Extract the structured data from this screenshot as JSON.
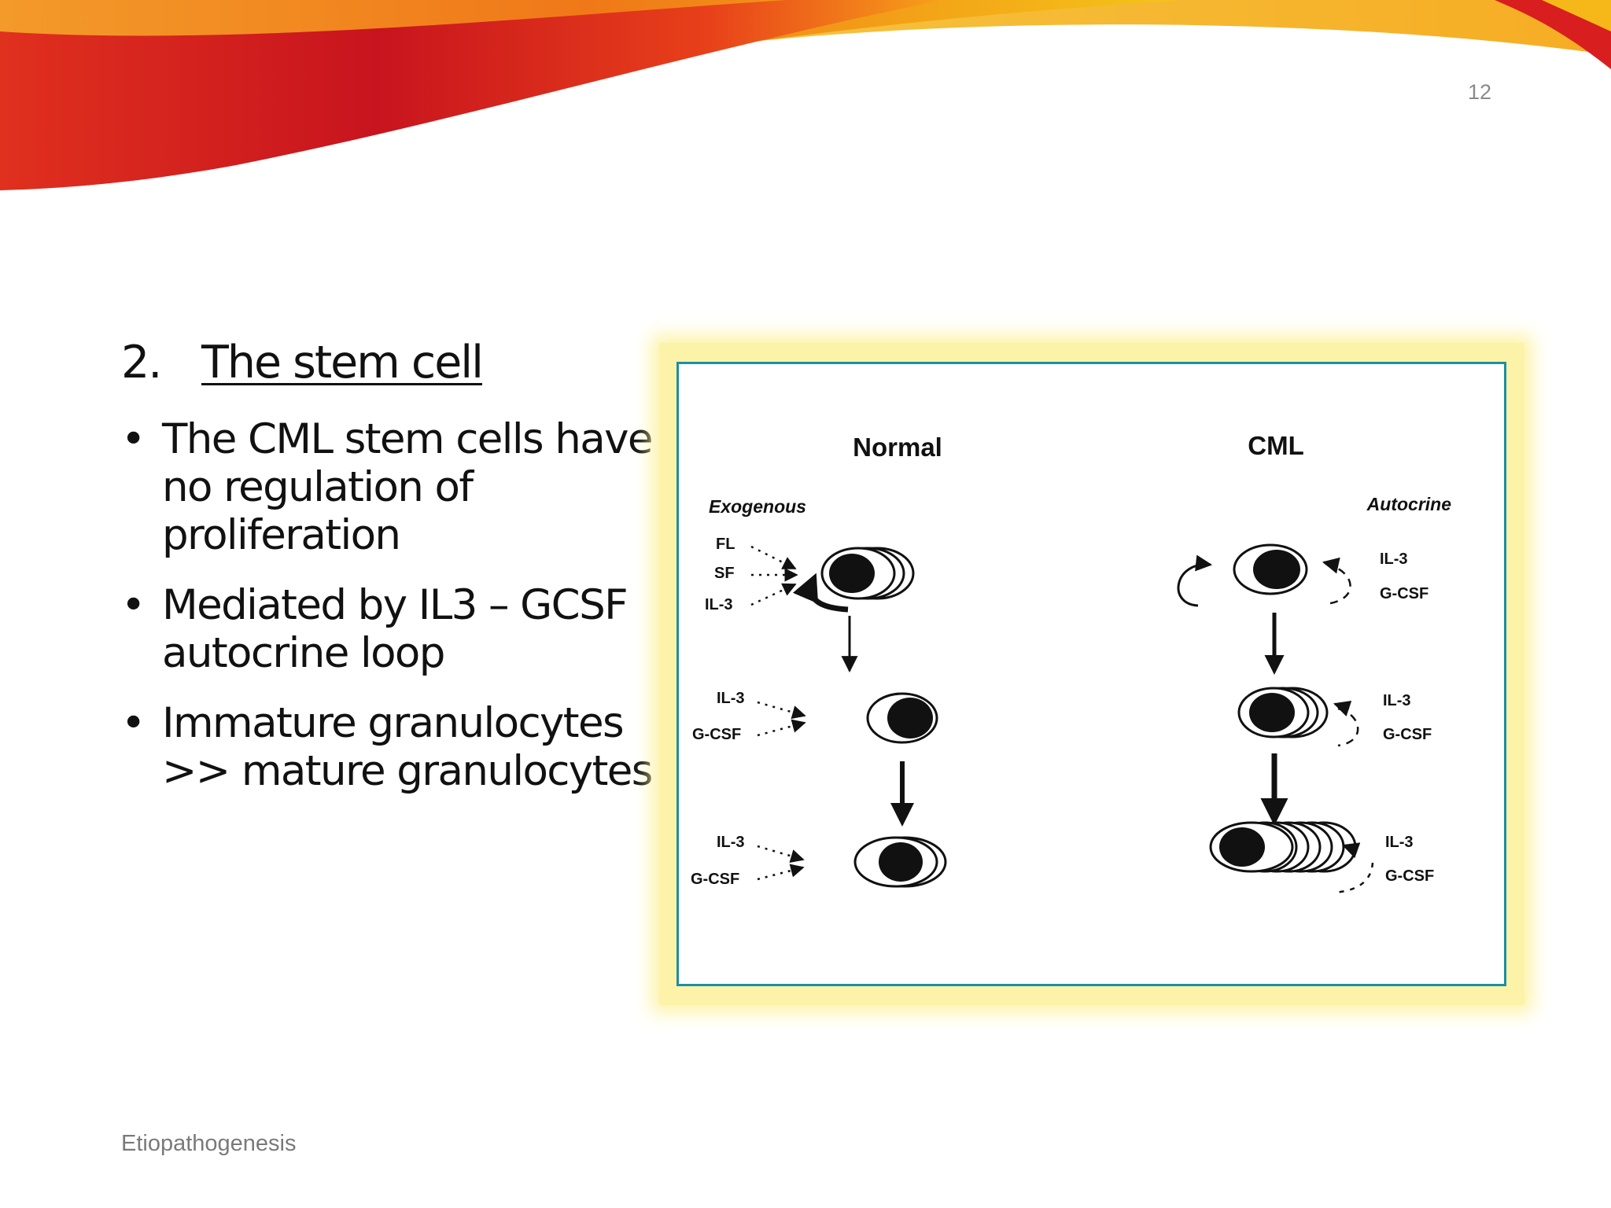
{
  "slide": {
    "page_number": "12",
    "heading_number": "2.",
    "heading_title": "The stem cell",
    "bullets": [
      "The CML stem cells have no regulation of proliferation",
      "Mediated by IL3 – GCSF autocrine loop",
      "Immature granulocytes >> mature granulocytes"
    ],
    "footer": "Etiopathogenesis"
  },
  "figure": {
    "normal_title": "Normal",
    "cml_title": "CML",
    "exogenous_label": "Exogenous",
    "autocrine_label": "Autocrine",
    "normal_factors_top": [
      "FL",
      "SF",
      "IL-3"
    ],
    "normal_factors_mid": [
      "IL-3",
      "G-CSF"
    ],
    "normal_factors_bottom": [
      "IL-3",
      "G-CSF"
    ],
    "cml_factors_top": [
      "IL-3",
      "G-CSF"
    ],
    "cml_factors_mid": [
      "IL-3",
      "G-CSF"
    ],
    "cml_factors_bottom": [
      "IL-3",
      "G-CSF"
    ]
  },
  "colors": {
    "swoosh_red": "#c8141e",
    "swoosh_orange": "#f07818",
    "swoosh_yellow": "#f5c518",
    "frame_glow": "#fdf3a8",
    "frame_border": "#1b8fa6"
  }
}
